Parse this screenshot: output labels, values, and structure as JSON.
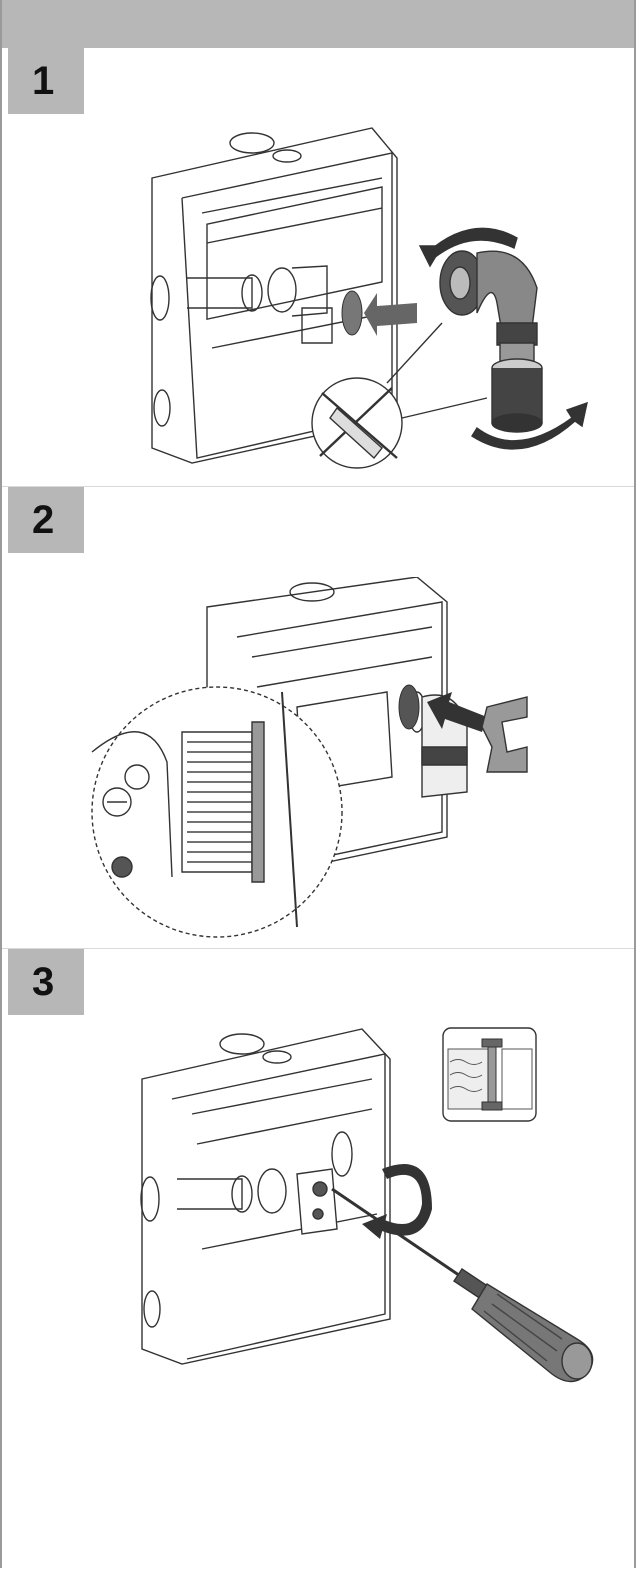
{
  "steps": [
    {
      "number": "1",
      "icon": "remove-cap-rotate-icon"
    },
    {
      "number": "2",
      "icon": "insert-clip-icon"
    },
    {
      "number": "3",
      "icon": "screwdriver-rotate-icon"
    }
  ],
  "colors": {
    "header_gray": "#b7b7b7",
    "border_gray": "#9a9a9a",
    "line": "#333333"
  }
}
